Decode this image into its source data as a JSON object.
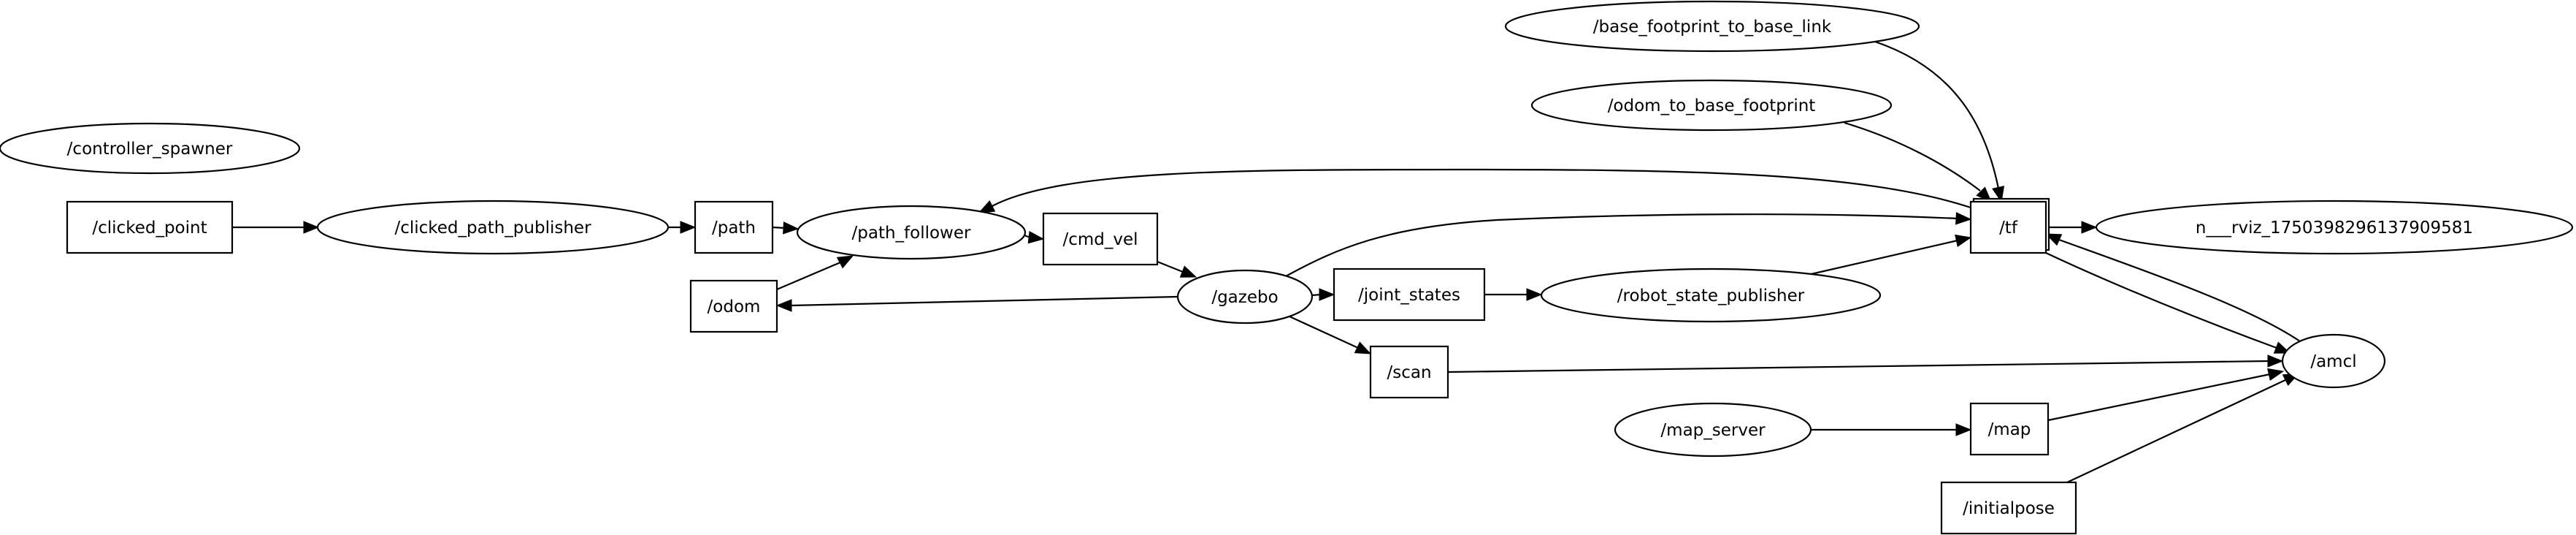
{
  "nodes": {
    "controller_spawner": {
      "label": "/controller_spawner",
      "shape": "ellipse"
    },
    "clicked_point": {
      "label": "/clicked_point",
      "shape": "box"
    },
    "clicked_path_publisher": {
      "label": "/clicked_path_publisher",
      "shape": "ellipse"
    },
    "path": {
      "label": "/path",
      "shape": "box"
    },
    "path_follower": {
      "label": "/path_follower",
      "shape": "ellipse"
    },
    "odom": {
      "label": "/odom",
      "shape": "box"
    },
    "cmd_vel": {
      "label": "/cmd_vel",
      "shape": "box"
    },
    "gazebo": {
      "label": "/gazebo",
      "shape": "ellipse"
    },
    "joint_states": {
      "label": "/joint_states",
      "shape": "box"
    },
    "scan": {
      "label": "/scan",
      "shape": "box"
    },
    "robot_state_publisher": {
      "label": "/robot_state_publisher",
      "shape": "ellipse"
    },
    "base_footprint_to_base_link": {
      "label": "/base_footprint_to_base_link",
      "shape": "ellipse"
    },
    "odom_to_base_footprint": {
      "label": "/odom_to_base_footprint",
      "shape": "ellipse"
    },
    "tf": {
      "label": "/tf",
      "shape": "box"
    },
    "rviz": {
      "label": "n___rviz_1750398296137909581",
      "shape": "ellipse"
    },
    "amcl": {
      "label": "/amcl",
      "shape": "ellipse"
    },
    "map_server": {
      "label": "/map_server",
      "shape": "ellipse"
    },
    "map": {
      "label": "/map",
      "shape": "box"
    },
    "initialpose": {
      "label": "/initialpose",
      "shape": "box"
    }
  },
  "edges": [
    {
      "from": "clicked_point",
      "to": "clicked_path_publisher"
    },
    {
      "from": "clicked_path_publisher",
      "to": "path"
    },
    {
      "from": "path",
      "to": "path_follower"
    },
    {
      "from": "odom",
      "to": "path_follower"
    },
    {
      "from": "path_follower",
      "to": "cmd_vel"
    },
    {
      "from": "cmd_vel",
      "to": "gazebo"
    },
    {
      "from": "gazebo",
      "to": "odom"
    },
    {
      "from": "gazebo",
      "to": "joint_states"
    },
    {
      "from": "gazebo",
      "to": "scan"
    },
    {
      "from": "gazebo",
      "to": "tf"
    },
    {
      "from": "joint_states",
      "to": "robot_state_publisher"
    },
    {
      "from": "robot_state_publisher",
      "to": "tf"
    },
    {
      "from": "base_footprint_to_base_link",
      "to": "tf"
    },
    {
      "from": "odom_to_base_footprint",
      "to": "tf"
    },
    {
      "from": "tf",
      "to": "path_follower"
    },
    {
      "from": "tf",
      "to": "rviz"
    },
    {
      "from": "tf",
      "to": "amcl"
    },
    {
      "from": "amcl",
      "to": "tf"
    },
    {
      "from": "scan",
      "to": "amcl"
    },
    {
      "from": "map_server",
      "to": "map"
    },
    {
      "from": "map",
      "to": "amcl"
    },
    {
      "from": "initialpose",
      "to": "amcl"
    }
  ]
}
